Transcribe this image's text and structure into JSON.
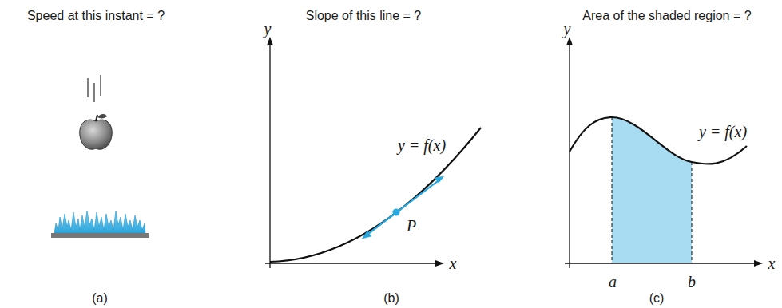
{
  "diagram": {
    "labels": [
      "Speed at this instant = ?",
      "Slope of this line = ?",
      "Area of the shaded region = ?",
      "(a)",
      "y",
      "y = f(x)",
      "P",
      "x",
      "(b)",
      "y",
      "y = f(x)",
      "x",
      "a",
      "b",
      "(c)"
    ]
  }
}
